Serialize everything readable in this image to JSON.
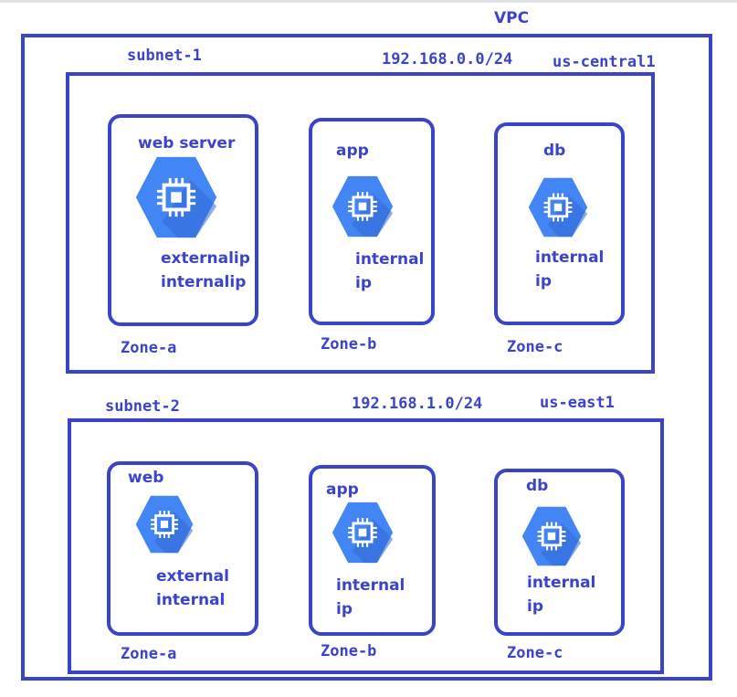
{
  "colors": {
    "outline": "#3a44c9",
    "icon_fill": "#4285f4",
    "icon_shadow": "#3367d6"
  },
  "vpc": {
    "label": "VPC"
  },
  "subnets": [
    {
      "name": "subnet-1",
      "cidr": "192.168.0.0/24",
      "region": "us-central1",
      "instances": [
        {
          "label": "web server",
          "ips": "externalip\ninternalip",
          "zone": "Zone-a",
          "icon": "compute-engine-icon"
        },
        {
          "label": "app",
          "ips": "internal\nip",
          "zone": "Zone-b",
          "icon": "compute-engine-icon"
        },
        {
          "label": "db",
          "ips": "internal\nip",
          "zone": "Zone-c",
          "icon": "compute-engine-icon"
        }
      ]
    },
    {
      "name": "subnet-2",
      "cidr": "192.168.1.0/24",
      "region": "us-east1",
      "instances": [
        {
          "label": "web",
          "ips": "external\ninternal",
          "zone": "Zone-a",
          "icon": "compute-engine-icon"
        },
        {
          "label": "app",
          "ips": "internal\nip",
          "zone": "Zone-b",
          "icon": "compute-engine-icon"
        },
        {
          "label": "db",
          "ips": "internal\nip",
          "zone": "Zone-c",
          "icon": "compute-engine-icon"
        }
      ]
    }
  ]
}
